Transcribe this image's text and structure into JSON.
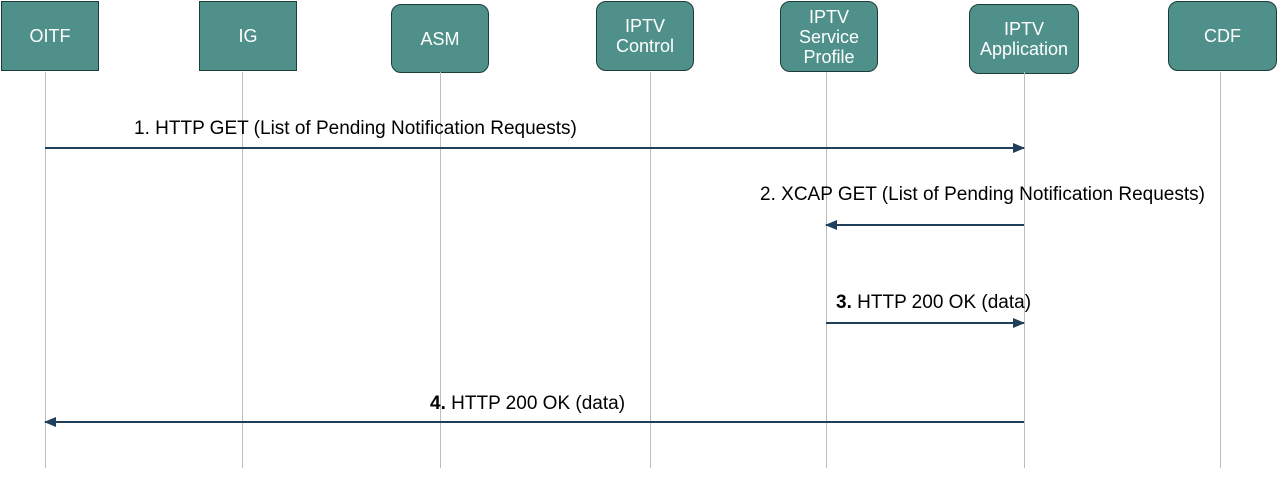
{
  "actors": [
    {
      "label": "OITF"
    },
    {
      "label": "IG"
    },
    {
      "label": "ASM"
    },
    {
      "label": "IPTV\nControl"
    },
    {
      "label": "IPTV\nService\nProfile"
    },
    {
      "label": "IPTV\nApplication"
    },
    {
      "label": "CDF"
    }
  ],
  "messages": [
    {
      "num": "1.",
      "text": "HTTP GET (List of Pending Notification Requests)"
    },
    {
      "num": "2.",
      "text": "XCAP GET (List of Pending Notification Requests)"
    },
    {
      "num": "3.",
      "text": "HTTP 200 OK (data)"
    },
    {
      "num": "4.",
      "text": "HTTP 200 OK (data)"
    }
  ],
  "colors": {
    "actor_fill": "#4f918a",
    "actor_border": "#1d3b38",
    "arrow": "#1f3f5a",
    "lifeline": "#bdbdbd"
  }
}
